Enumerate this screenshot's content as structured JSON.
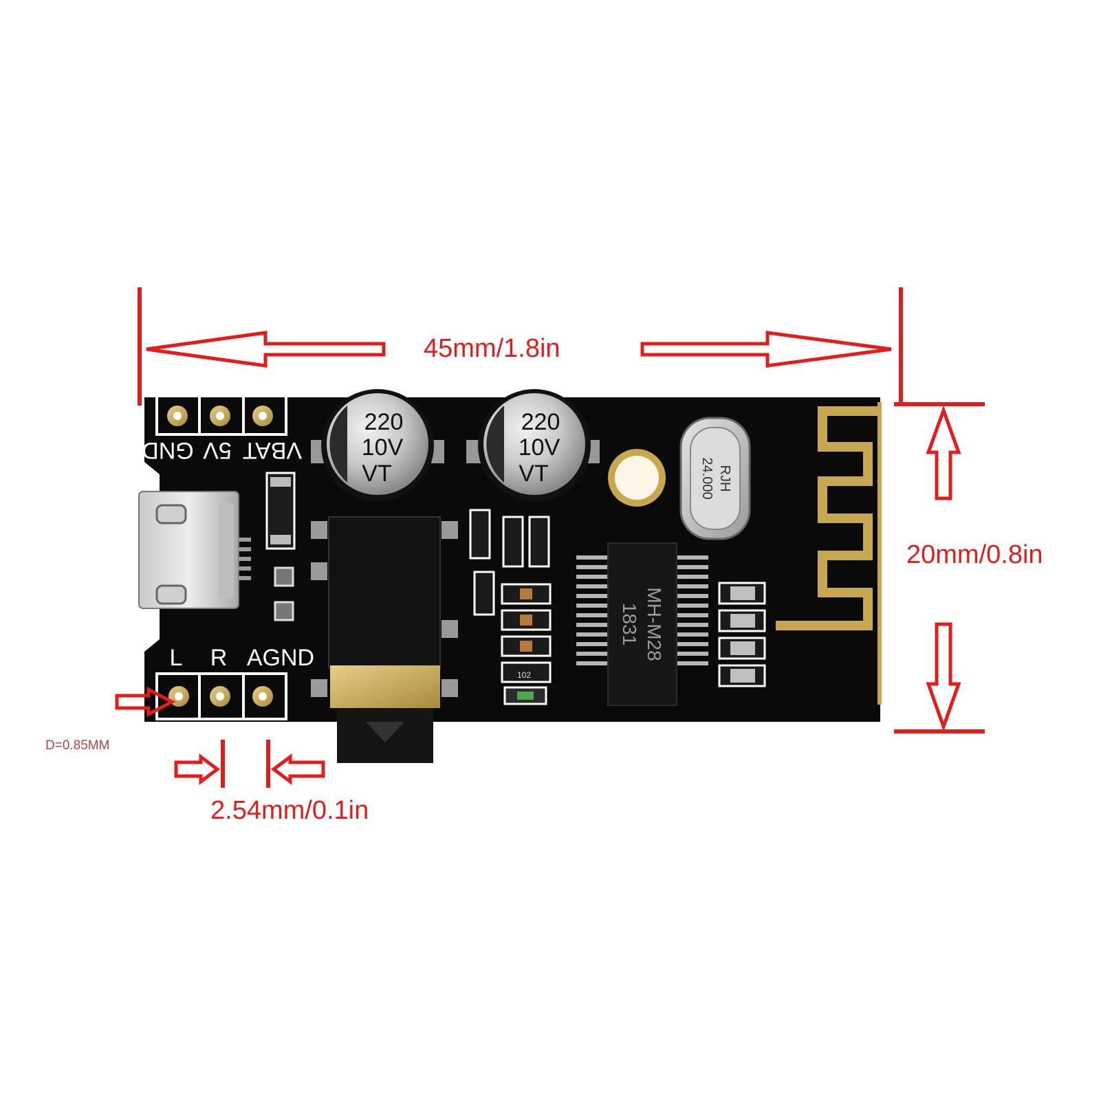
{
  "photo": {
    "board_color": "#0a0a0a",
    "annotation_color": "#e31c1c",
    "dimensions": {
      "length": "45mm/1.8in",
      "width": "20mm/0.8in",
      "pin_pitch": "2.54mm/0.1in",
      "hole_diameter": "D=0.85MM"
    },
    "board_silkscreen": {
      "top_pins": [
        "GND",
        "5V",
        "VBAT"
      ],
      "bottom_pins": [
        "L",
        "R",
        "AGND"
      ],
      "capacitor_1": [
        "220",
        "10V",
        "VT"
      ],
      "capacitor_2": [
        "220",
        "10V",
        "VT"
      ],
      "crystal": [
        "RJH",
        "24.000"
      ],
      "chip": [
        "MH-M28",
        "1831"
      ],
      "resistor_code": "102"
    }
  }
}
